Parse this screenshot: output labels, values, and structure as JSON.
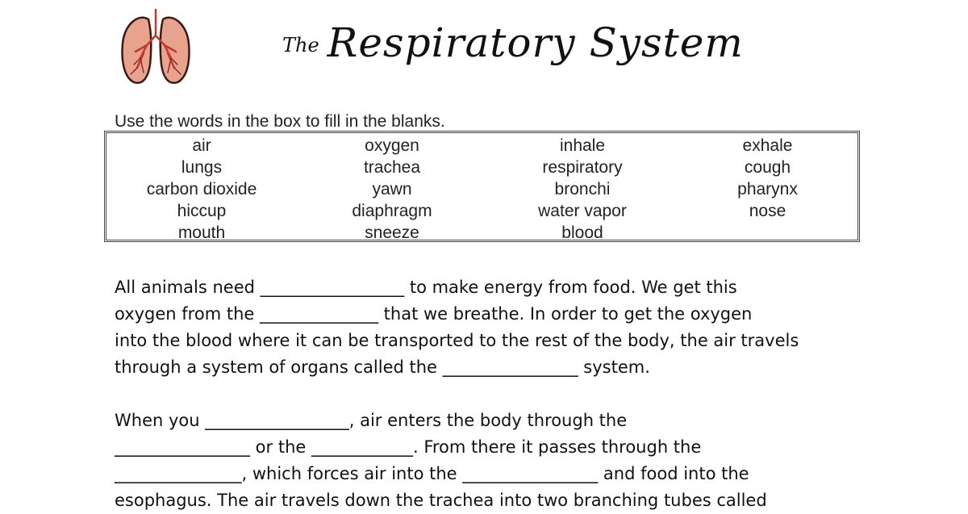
{
  "worksheet": {
    "title_prefix": "The",
    "title_main": "Respiratory System",
    "instructions": "Use the words in the box to fill in the blanks.",
    "word_bank": [
      "air",
      "oxygen",
      "inhale",
      "exhale",
      "lungs",
      "trachea",
      "respiratory",
      "cough",
      "carbon dioxide",
      "yawn",
      "bronchi",
      "pharynx",
      "hiccup",
      "diaphragm",
      "water vapor",
      "nose",
      "mouth",
      "sneeze",
      "blood",
      ""
    ],
    "paragraph1": [
      "All animals need _________________ to make energy from food. We get this",
      "oxygen from the ______________ that we breathe. In order to get the oxygen",
      "into the blood where it can be transported to the rest of the body, the air travels",
      "through a system of organs called the ________________ system."
    ],
    "paragraph2": [
      "When you _________________, air enters the body through the",
      "________________ or the ____________. From there it passes through the",
      "_______________, which forces air into the ________________ and food into the",
      "esophagus. The air travels down the trachea into two branching tubes called"
    ]
  },
  "colors": {
    "lung_fill": "#e8a38f",
    "lung_outline": "#3a1a14",
    "vessel": "#c0392b"
  }
}
